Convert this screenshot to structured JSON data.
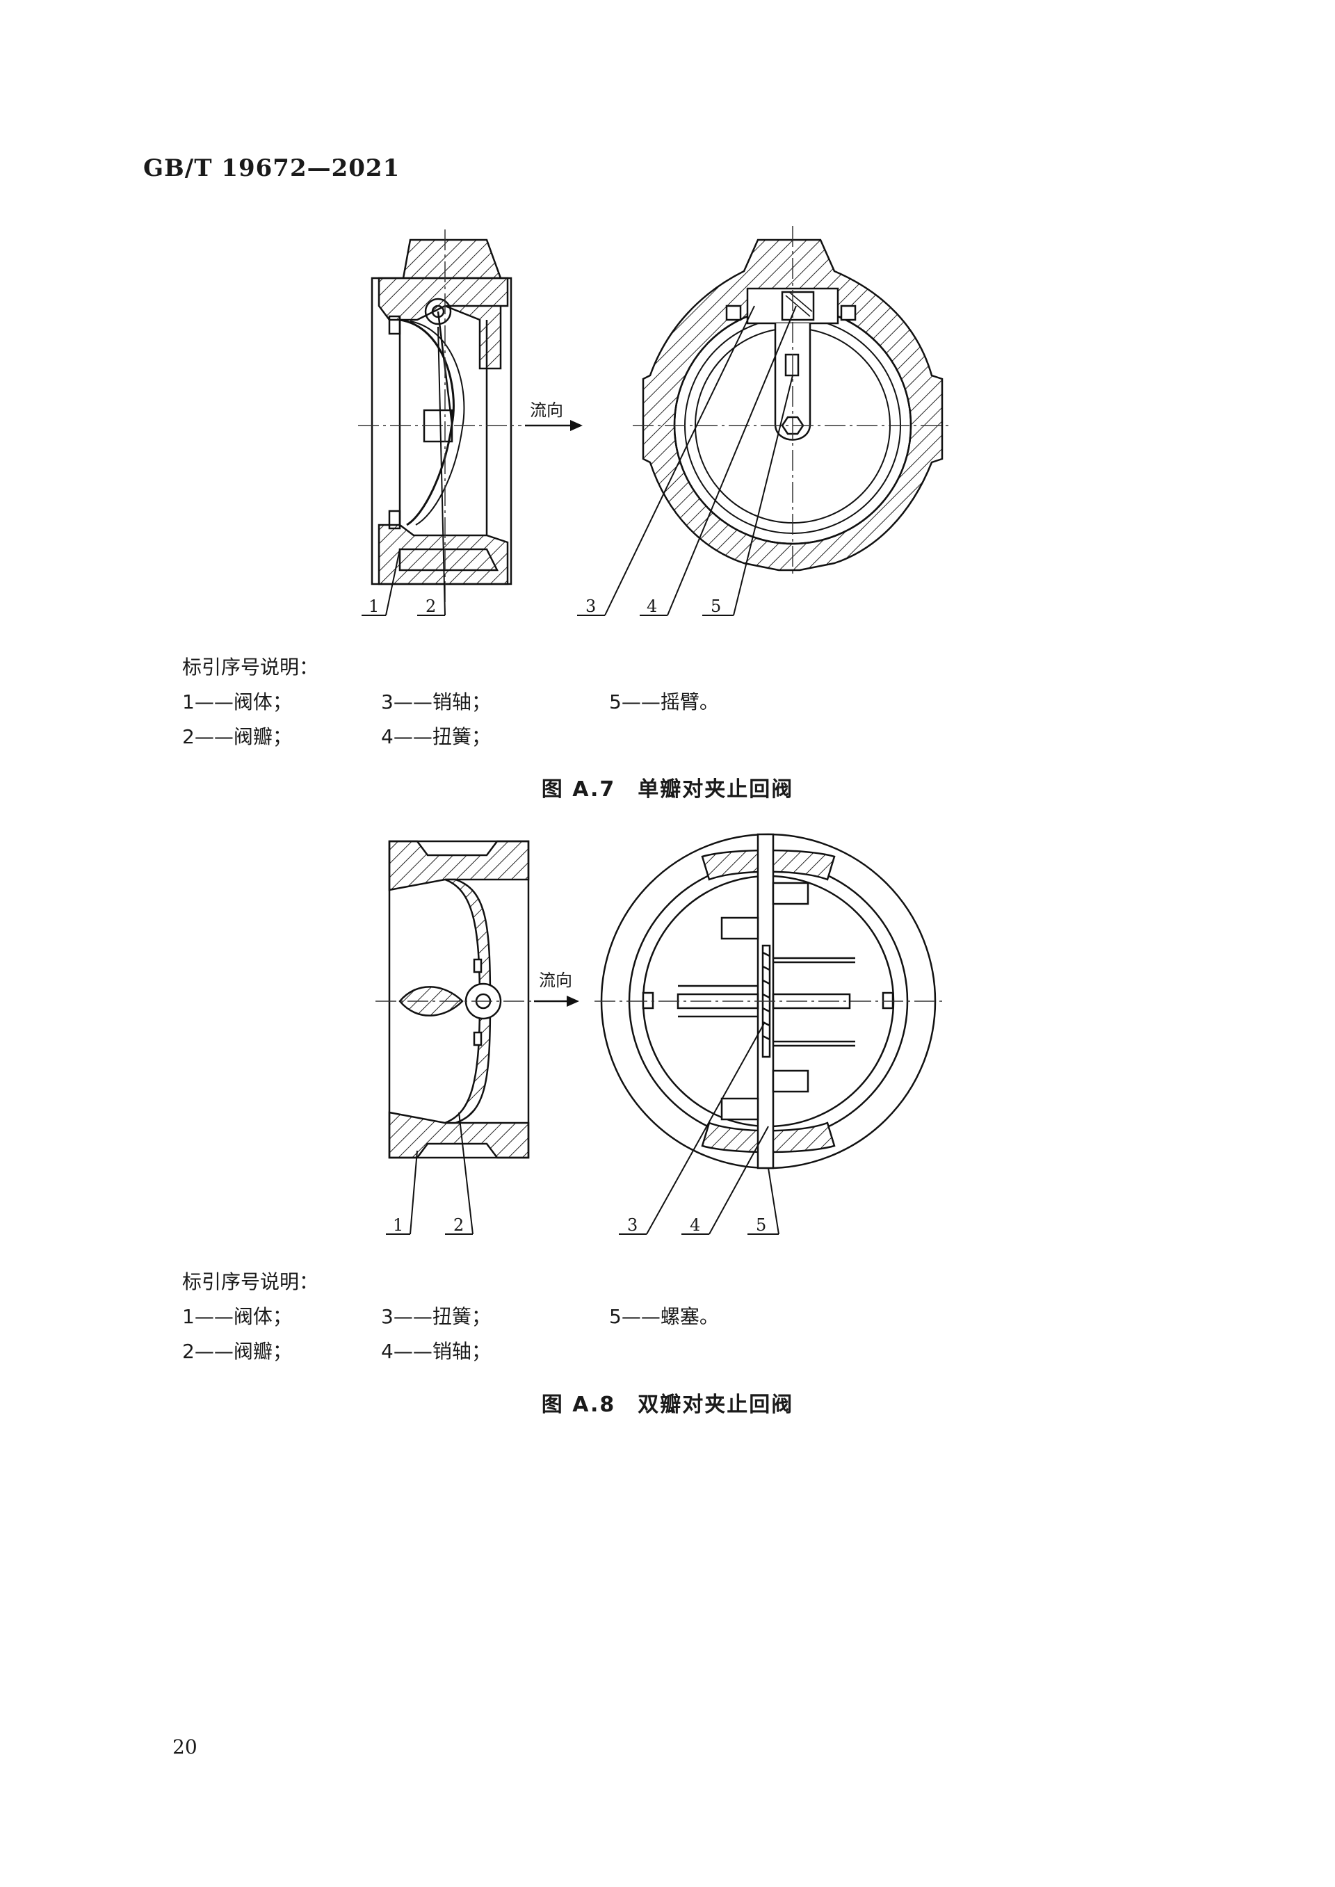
{
  "header": "GB/T 19672—2021",
  "page_number": "20",
  "figures": [
    {
      "caption": "图 A.7　单瓣对夹止回阀",
      "flow_label": "流向",
      "part_numbers": [
        "1",
        "2",
        "3",
        "4",
        "5"
      ],
      "legend_title": "标引序号说明：",
      "legend": [
        {
          "text": "1——阀体；"
        },
        {
          "text": "2——阀瓣；"
        },
        {
          "text": "3——销轴；"
        },
        {
          "text": "4——扭簧；"
        },
        {
          "text": "5——摇臂。"
        }
      ]
    },
    {
      "caption": "图 A.8　双瓣对夹止回阀",
      "flow_label": "流向",
      "part_numbers": [
        "1",
        "2",
        "3",
        "4",
        "5"
      ],
      "legend_title": "标引序号说明：",
      "legend": [
        {
          "text": "1——阀体；"
        },
        {
          "text": "2——阀瓣；"
        },
        {
          "text": "3——扭簧；"
        },
        {
          "text": "4——销轴；"
        },
        {
          "text": "5——螺塞。"
        }
      ]
    }
  ]
}
